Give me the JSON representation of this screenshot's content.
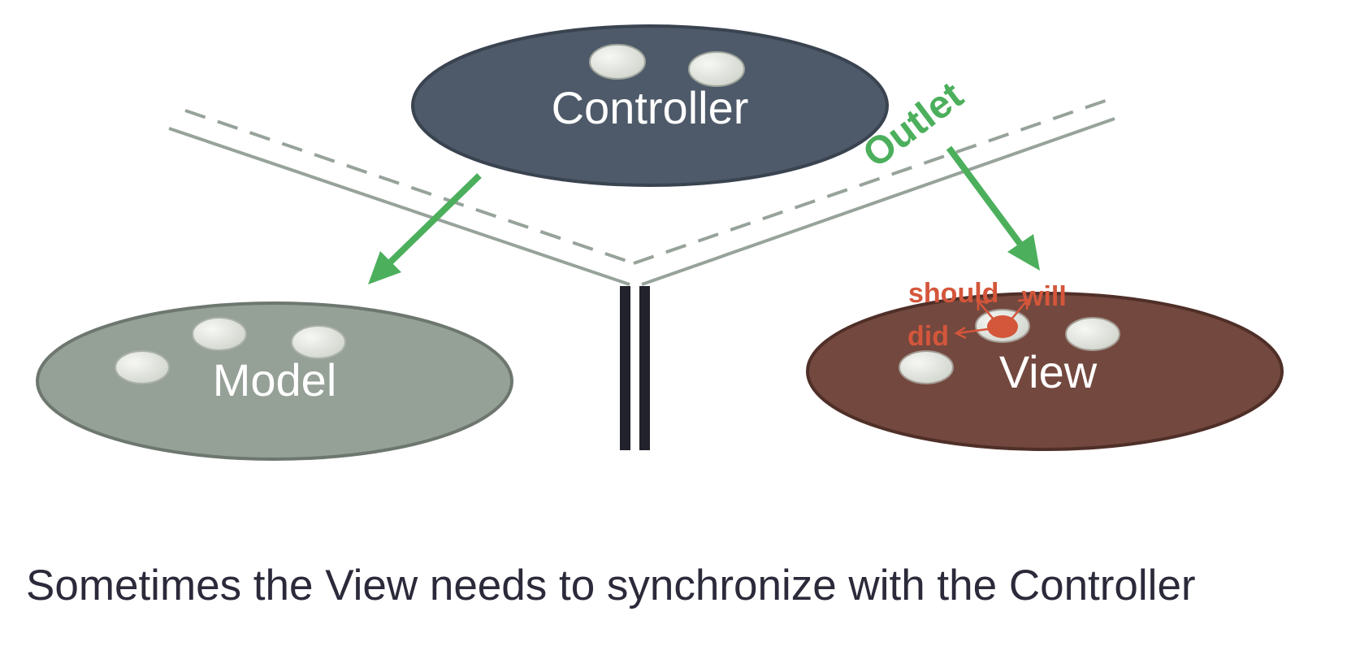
{
  "nodes": {
    "controller": {
      "label": "Controller",
      "fill": "#4e5a69",
      "stroke": "#3a4350"
    },
    "model": {
      "label": "Model",
      "fill": "#95a097",
      "stroke": "#6d776f"
    },
    "view": {
      "label": "View",
      "fill": "#73483e",
      "stroke": "#4f2f28"
    }
  },
  "labels": {
    "outlet": "Outlet",
    "should": "should",
    "will": "will",
    "did": "did"
  },
  "colors": {
    "arrow_green": "#4caf5c",
    "line_gray": "#97a39a",
    "bar_dark": "#22222d",
    "delegate_orange": "#d4563b",
    "dot_fill": "#e9ece6"
  },
  "caption": "Sometimes the View needs to synchronize with the Controller"
}
